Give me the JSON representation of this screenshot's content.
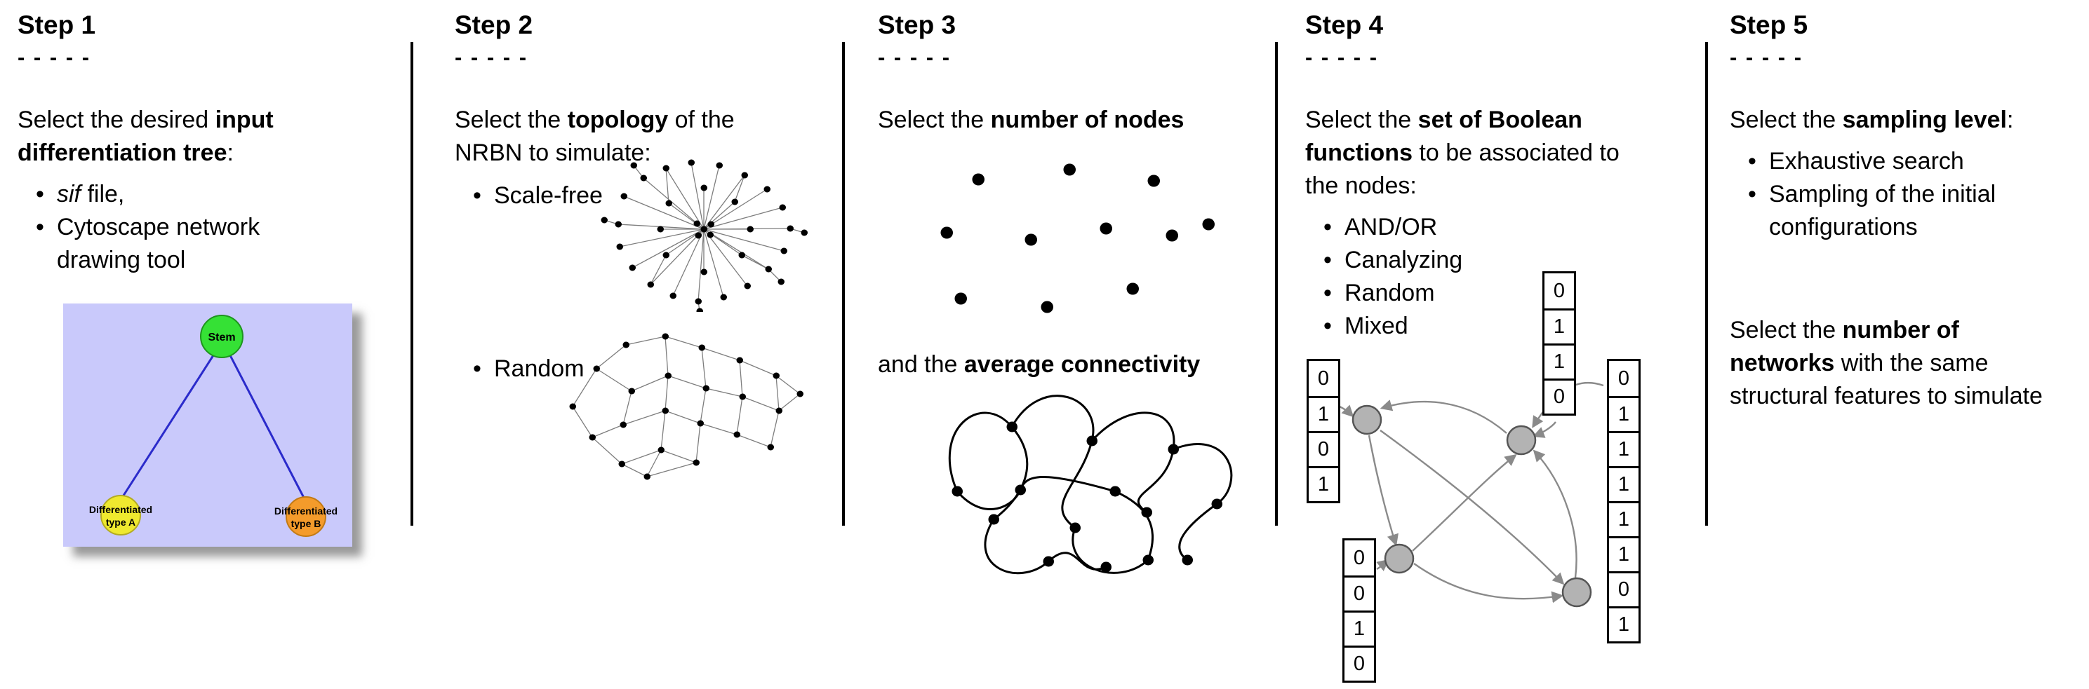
{
  "glyphs": {
    "bullet": "•"
  },
  "colors": {
    "tree_bg": "#c9c9fb",
    "stem_green": "#35e135",
    "type_a_yellow": "#efe92f",
    "type_b_orange": "#f49b2b",
    "tree_edge_blue": "#2b2bcb",
    "node_gray": "#b3b3b3",
    "arrow_gray": "#8a8a8a"
  },
  "steps": {
    "s1": {
      "title": "Step 1",
      "dashes": "- - - - -",
      "intro": {
        "t1": "Select the desired ",
        "b1": "input",
        "b2": "differentiation tree",
        "t2": ":"
      },
      "bullets": {
        "b1_italic": "sif",
        "b1_rest": " file,",
        "b2_line1": "Cytoscape network",
        "b2_line2": "drawing tool"
      },
      "tree": {
        "root": "Stem",
        "leafA1": "Differentiated",
        "leafA2": "type A",
        "leafB1": "Differentiated",
        "leafB2": "type B"
      }
    },
    "s2": {
      "title": "Step 2",
      "dashes": "- - - - -",
      "intro": {
        "t1": "Select the ",
        "b1": "topology",
        "t2": " of the",
        "line2": "NRBN to simulate:"
      },
      "bullets": {
        "b1": "Scale-free",
        "b2": "Random"
      }
    },
    "s3": {
      "title": "Step 3",
      "dashes": "- - - - -",
      "p1": {
        "t1": "Select the ",
        "b1": "number of nodes"
      },
      "p2": {
        "t1": "and the ",
        "b1": "average connectivity"
      }
    },
    "s4": {
      "title": "Step 4",
      "dashes": "- - - - -",
      "intro": {
        "t1": "Select the ",
        "b1": "set of Boolean",
        "b2": "functions",
        "t2": " to be associated to",
        "line3": "the nodes:"
      },
      "bullets": {
        "b1": "AND/OR",
        "b2": "Canalyzing",
        "b3": "Random",
        "b4": "Mixed"
      },
      "tables": {
        "top": [
          "0",
          "1",
          "1",
          "0"
        ],
        "left": [
          "0",
          "1",
          "0",
          "1"
        ],
        "bottom": [
          "0",
          "0",
          "1",
          "0"
        ],
        "right": [
          "0",
          "1",
          "1",
          "1",
          "1",
          "1",
          "0",
          "1"
        ]
      }
    },
    "s5": {
      "title": "Step 5",
      "dashes": "- - - - -",
      "p1": {
        "t1": "Select the ",
        "b1": "sampling level",
        "t2": ":"
      },
      "bullets": {
        "b1": "Exhaustive search",
        "b2_line1": "Sampling of the initial",
        "b2_line2": "configurations"
      },
      "p2": {
        "t1": "Select the ",
        "b1": "number of",
        "b2": "networks",
        "t2": " with the same",
        "line3": "structural features to simulate"
      }
    }
  }
}
